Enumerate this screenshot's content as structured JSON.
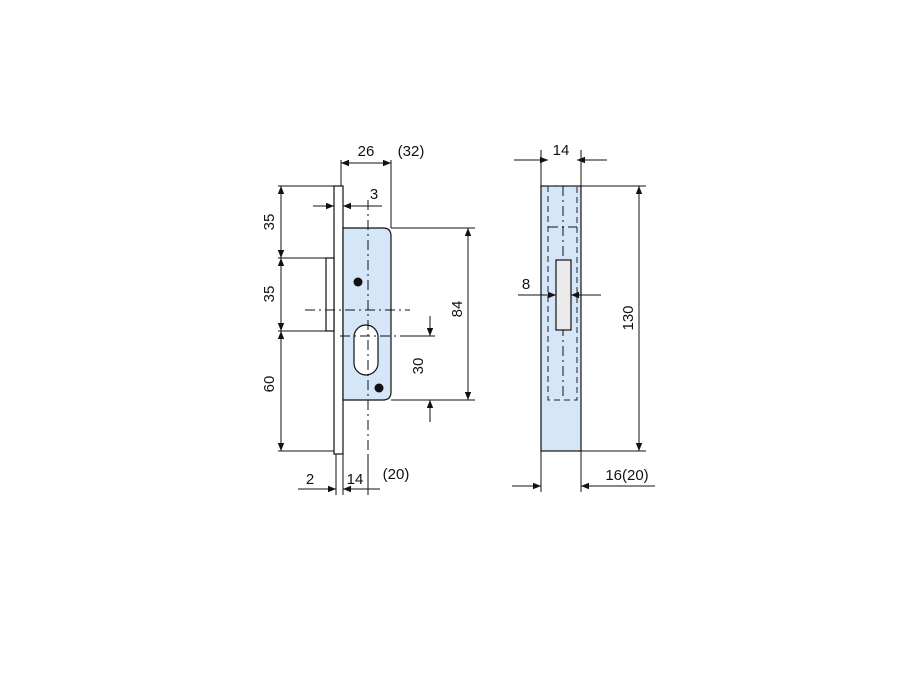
{
  "colors": {
    "body_fill": "#d4e6f7",
    "line": "#111111"
  },
  "front_view": {
    "dim_backset": "26",
    "dim_backset_alt": "(32)",
    "dim_plate_offset": "3",
    "dim_top_35a": "35",
    "dim_top_35b": "35",
    "dim_bottom_60": "60",
    "dim_height_84": "84",
    "dim_cylinder_30": "30",
    "dim_plate_2": "2",
    "dim_width_14": "14",
    "dim_width_14_alt": "(20)"
  },
  "side_view": {
    "dim_top_14": "14",
    "dim_bolt_8": "8",
    "dim_height_130": "130",
    "dim_bottom_16": "16(20)"
  }
}
